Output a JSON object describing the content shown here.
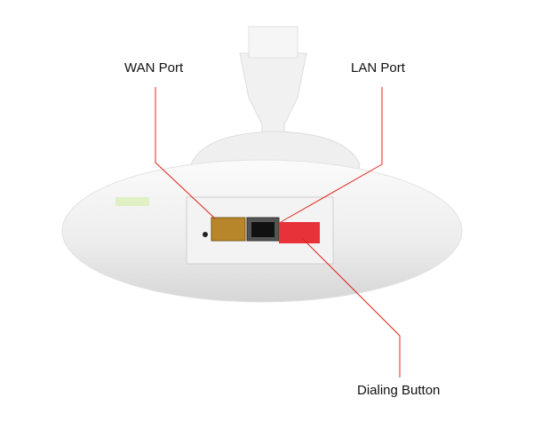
{
  "labels": {
    "wan": "WAN Port",
    "lan": "LAN Port",
    "dial": "Dialing Button"
  },
  "colors": {
    "leader_line": "#e0241b",
    "dip_switch": "#e8323a",
    "wan_port": "#b8862a"
  }
}
